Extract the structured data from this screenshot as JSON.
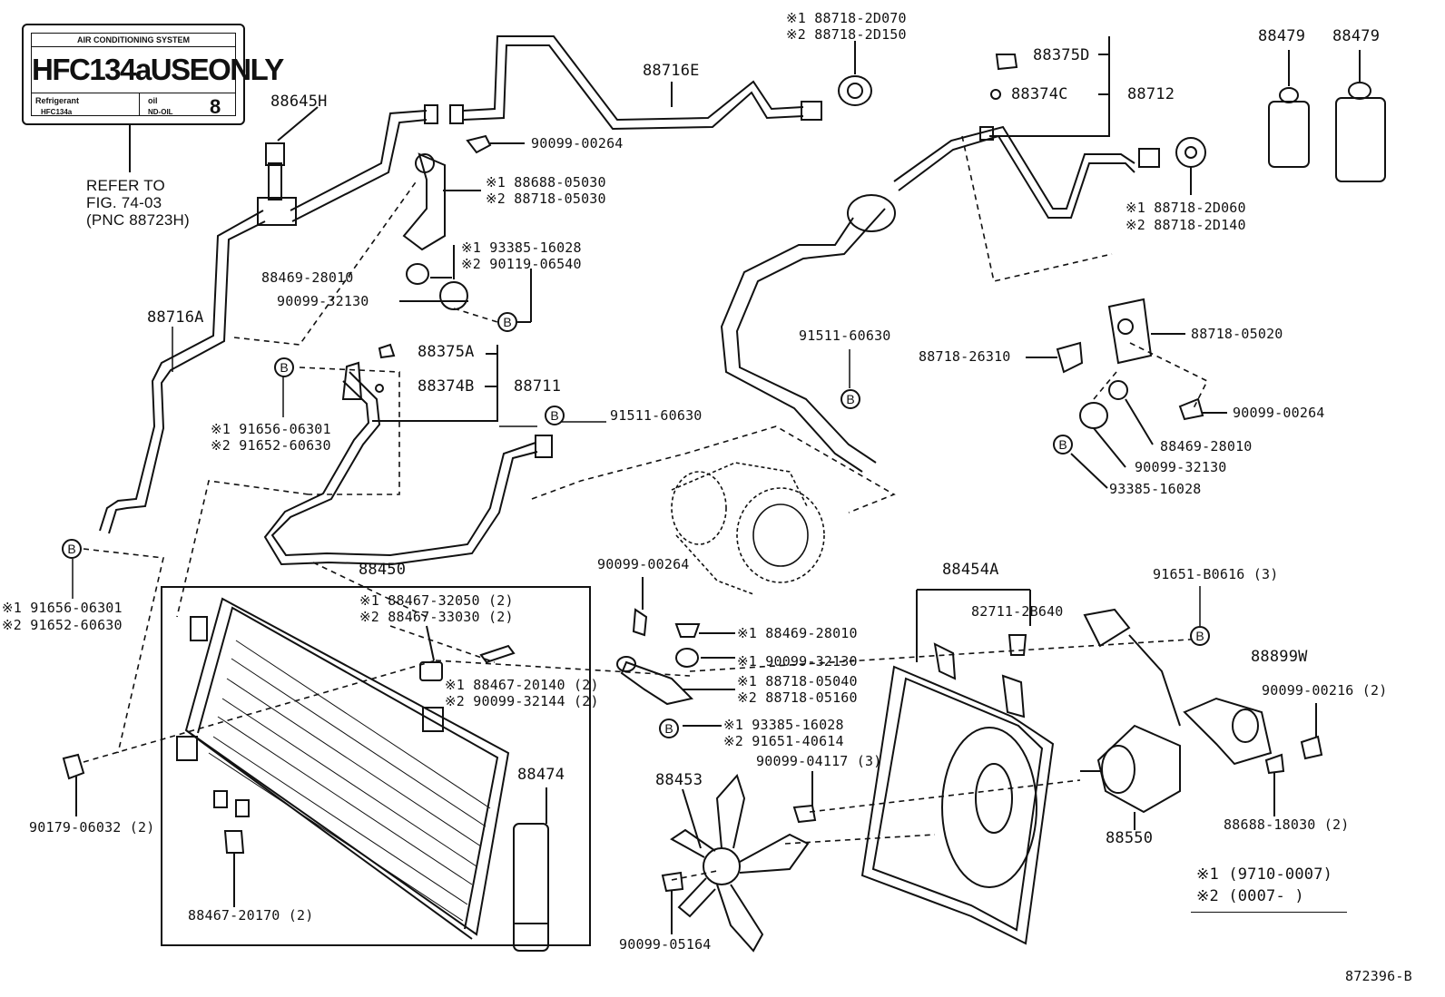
{
  "ac_label": {
    "header": "AIR CONDITIONING SYSTEM",
    "main": "HFC134aUSEONLY",
    "refrigerant_label": "Refrigerant",
    "refrigerant_value": "HFC134a",
    "oil_label": "oil",
    "oil_value": "ND-OIL",
    "oil_amount": "8"
  },
  "refer": {
    "line1": "REFER TO",
    "line2": "FIG. 74-03",
    "line3": "(PNC 88723H)"
  },
  "labels": {
    "p88645H": "88645H",
    "p88716A": "88716A",
    "p88716E": "88716E",
    "p90099_00264_a": "90099-00264",
    "p188688_05030": "※1 88688-05030",
    "p288718_05030": "※2 88718-05030",
    "p193385_16028_a": "※1 93385-16028",
    "p290119_06540": "※2 90119-06540",
    "p88469_28010_a": "88469-28010",
    "p90099_32130_a": "90099-32130",
    "p188718_2D070": "※1 88718-2D070",
    "p288718_2D150": "※2 88718-2D150",
    "p88375D": "88375D",
    "p88374C": "88374C",
    "p88712": "88712",
    "p188718_2D060": "※1 88718-2D060",
    "p288718_2D140": "※2 88718-2D140",
    "p88479_a": "88479",
    "p88479_b": "88479",
    "p88375A": "88375A",
    "p88374B": "88374B",
    "p88711": "88711",
    "p191656_06301_a": "※1 91656-06301",
    "p291652_60630_a": "※2 91652-60630",
    "p91511_60630_a": "91511-60630",
    "p91511_60630_b": "91511-60630",
    "p88718_05020": "88718-05020",
    "p88718_26310": "88718-26310",
    "p90099_00264_b": "90099-00264",
    "p88469_28010_b": "88469-28010",
    "p90099_32130_b": "90099-32130",
    "p93385_16028": "93385-16028",
    "p191656_06301_b": "※1 91656-06301",
    "p291652_60630_b": "※2 91652-60630",
    "p88450": "88450",
    "p188467_32050": "※1 88467-32050 (2)",
    "p288467_33030": "※2 88467-33030 (2)",
    "p188467_20140": "※1 88467-20140 (2)",
    "p290099_32144": "※2 90099-32144 (2)",
    "p90099_00264_c": "90099-00264",
    "p188469_28010": "※1 88469-28010",
    "p190099_32130": "※1 90099-32130",
    "p188718_05040": "※1 88718-05040",
    "p288718_05160": "※2 88718-05160",
    "p193385_16028_b": "※1 93385-16028",
    "p291651_40614": "※2 91651-40614",
    "p88454A": "88454A",
    "p82711_2B640": "82711-2B640",
    "p91651_B0616": "91651-B0616 (3)",
    "p88899W": "88899W",
    "p90099_00216": "90099-00216 (2)",
    "p90099_04117": "90099-04117 (3)",
    "p88453": "88453",
    "p88474": "88474",
    "p90179_06032": "90179-06032 (2)",
    "p88467_20170": "88467-20170 (2)",
    "p90099_05164": "90099-05164",
    "p88550": "88550",
    "p88688_18030": "88688-18030 (2)"
  },
  "legend": {
    "row1": "※1 (9710-0007)",
    "row2": "※2 (0007-      )"
  },
  "callout_letter": "B",
  "figure_id": "872396-B"
}
